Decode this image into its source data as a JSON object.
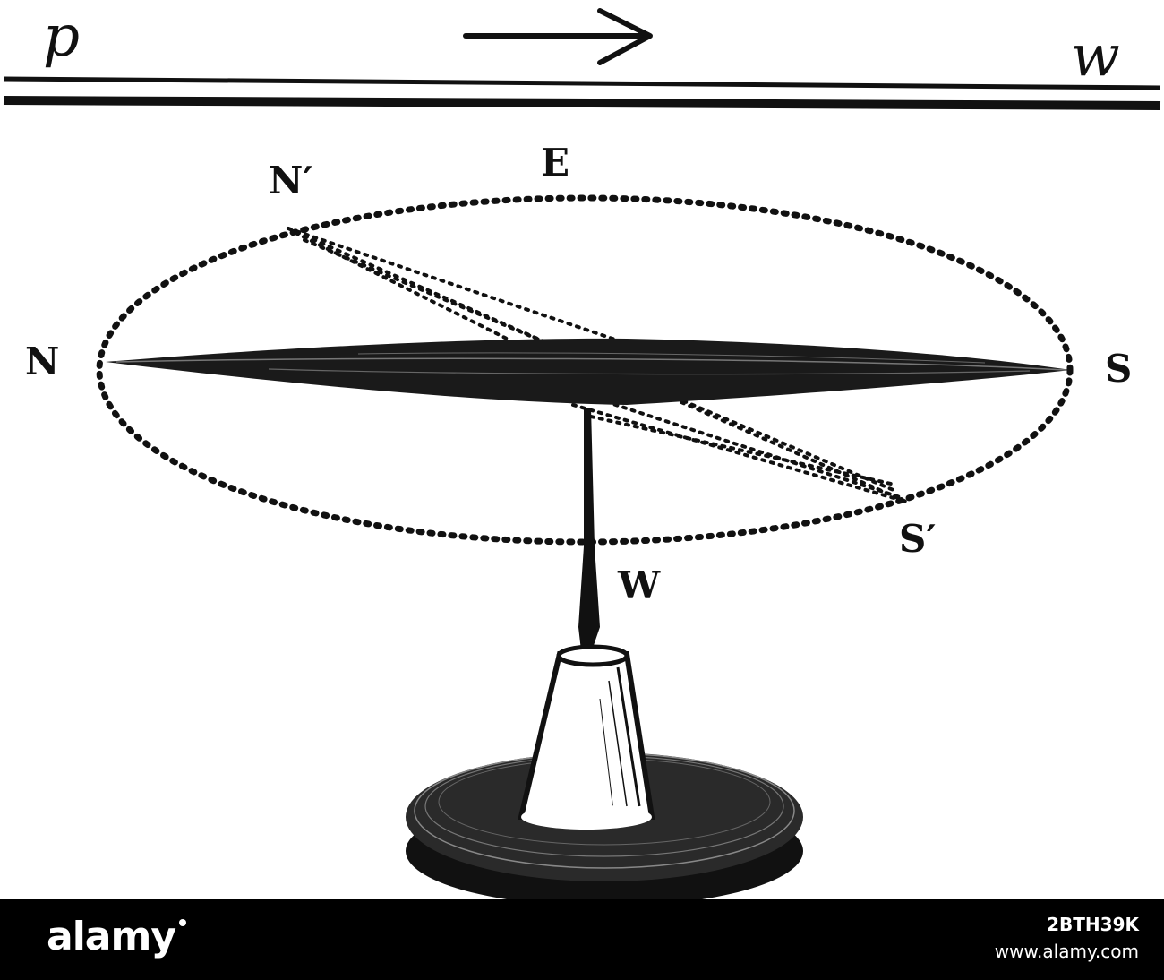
{
  "labels": {
    "top_left": "p",
    "top_right": "w",
    "north_prime": "N′",
    "east": "E",
    "north": "N",
    "south": "S",
    "south_prime": "S′",
    "west": "W"
  },
  "footer": {
    "brand": "alamy",
    "image_id": "2BTH39K",
    "site_url": "www.alamy.com"
  },
  "colors": {
    "ink": "#111111",
    "background": "#ffffff",
    "footer_bg": "#000000",
    "footer_text": "#ffffff"
  }
}
